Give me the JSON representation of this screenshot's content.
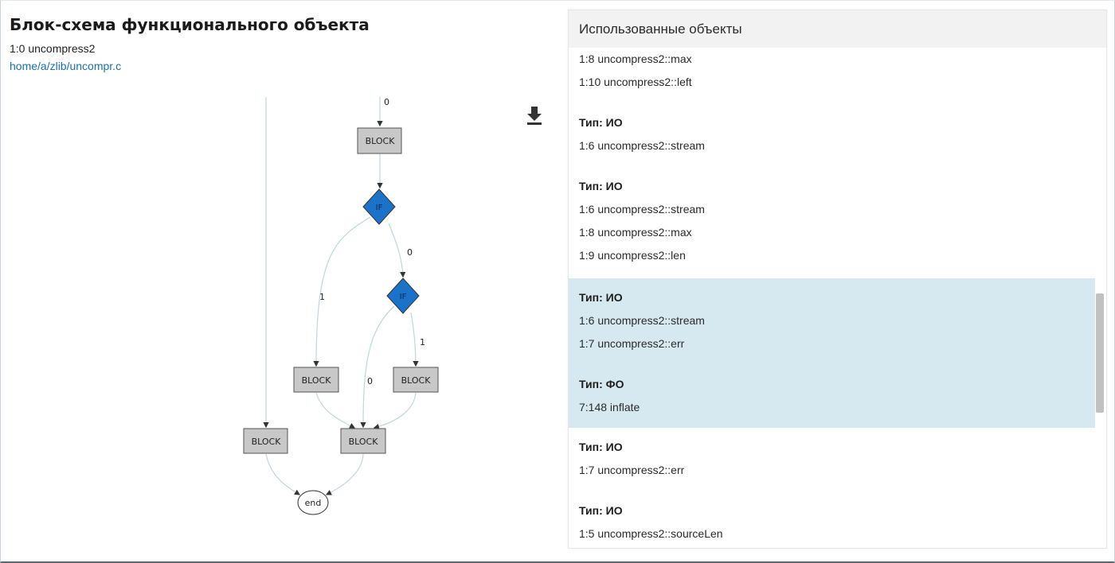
{
  "header": {
    "title": "Блок-схема функционального объекта",
    "object_id": "1:0 uncompress2",
    "file_path": "home/a/zlib/uncompr.c"
  },
  "toolbar": {
    "download_icon": "download-icon"
  },
  "flowchart": {
    "nodes": {
      "block_top": "BLOCK",
      "if_1": "IF",
      "if_2": "IF",
      "block_mid_left": "BLOCK",
      "block_mid_right": "BLOCK",
      "block_bottom_left": "BLOCK",
      "block_bottom_center": "BLOCK",
      "end": "end"
    },
    "edge_labels": {
      "entry": "0",
      "if1_false": "0",
      "if1_true": "1",
      "if2_true": "1",
      "if2_false": "0"
    },
    "colors": {
      "block_fill": "#c8c8c8",
      "if_fill": "#1a73c8",
      "edge": "#bcd8dc"
    }
  },
  "used_objects": {
    "title": "Использованные объекты",
    "groups": [
      {
        "type": "",
        "items": [
          "1:8 uncompress2::max",
          "1:10 uncompress2::left"
        ],
        "highlight": false
      },
      {
        "type": "Тип: ИО",
        "items": [
          "1:6 uncompress2::stream"
        ],
        "highlight": false
      },
      {
        "type": "Тип: ИО",
        "items": [
          "1:6 uncompress2::stream",
          "1:8 uncompress2::max",
          "1:9 uncompress2::len"
        ],
        "highlight": false
      },
      {
        "type": "Тип: ИО",
        "items": [
          "1:6 uncompress2::stream",
          "1:7 uncompress2::err"
        ],
        "highlight": true
      },
      {
        "type": "Тип: ФО",
        "items": [
          "7:148 inflate"
        ],
        "highlight": true
      },
      {
        "type": "Тип: ИО",
        "items": [
          "1:7 uncompress2::err"
        ],
        "highlight": false
      },
      {
        "type": "Тип: ИО",
        "items": [
          "1:5 uncompress2::sourceLen"
        ],
        "highlight": false
      }
    ],
    "highlight_color": "#d6e9f0"
  }
}
